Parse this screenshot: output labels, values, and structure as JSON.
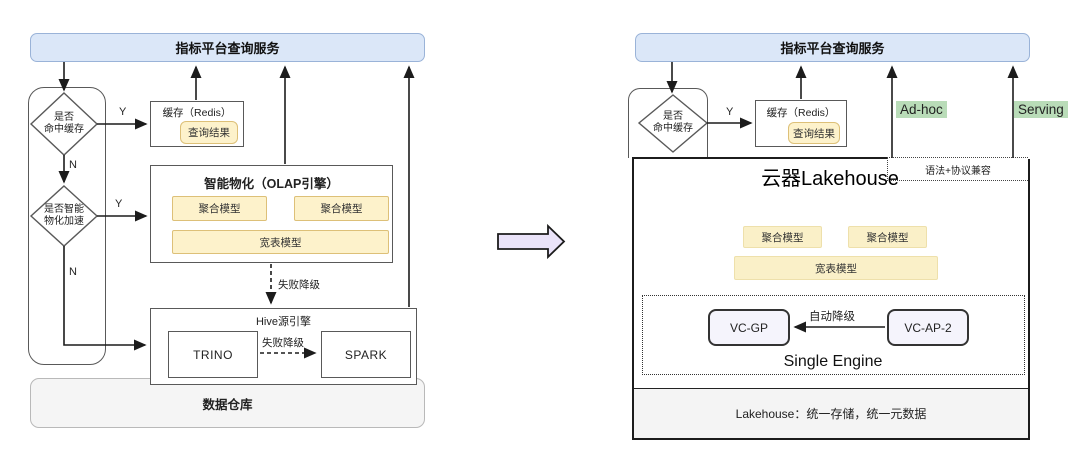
{
  "left": {
    "service_bar": "指标平台查询服务",
    "decision_cache": {
      "line1": "是否",
      "line2": "命中缓存"
    },
    "decision_smart": {
      "line1": "是否智能",
      "line2": "物化加速"
    },
    "edge_labels": {
      "yes1": "Y",
      "no1": "N",
      "yes2": "Y",
      "no2": "N"
    },
    "cache": {
      "title": "缓存（Redis）",
      "result": "查询结果"
    },
    "olap": {
      "title": "智能物化（OLAP引擎）",
      "models": [
        "聚合模型",
        "聚合模型",
        "宽表模型"
      ]
    },
    "fallback1": "失败降级",
    "hive": {
      "title": "Hive源引擎",
      "trino": "TRINO",
      "spark": "SPARK",
      "fallback": "失败降级"
    },
    "warehouse": "数据仓库"
  },
  "right": {
    "service_bar": "指标平台查询服务",
    "decision_cache": {
      "line1": "是否",
      "line2": "命中缓存"
    },
    "edge_labels": {
      "yes": "Y"
    },
    "cache": {
      "title": "缓存（Redis）",
      "result": "查询结果"
    },
    "adhoc": "Ad-hoc",
    "serving": "Serving",
    "lakehouse": {
      "title": "云器Lakehouse",
      "compat": "语法+协议兼容",
      "models": [
        "聚合模型",
        "聚合模型",
        "宽表模型"
      ],
      "storage": "Lakehouse：统一存储，统一元数据"
    },
    "single_engine": {
      "label": "Single Engine",
      "vc_gp": "VC-GP",
      "vc_ap": "VC-AP-2",
      "auto_fallback": "自动降级"
    }
  },
  "colors": {
    "bar-fill": "#dbe7f8",
    "bar-border": "#9ab3d8",
    "yellow-fill": "#fdf2cb",
    "yellow-border": "#ddc078",
    "yellow-soft-fill": "#faf0c8",
    "yellow-soft-border": "#eee0ab",
    "green-highlight": "#b9dcb8",
    "lavender-fill": "#eae3f9",
    "vc-fill": "#f5f4fc",
    "band-gray": "#f5f5f5",
    "storage-gray": "#f4f4f4",
    "line": "#1c1c1c",
    "box-border": "#595959"
  }
}
